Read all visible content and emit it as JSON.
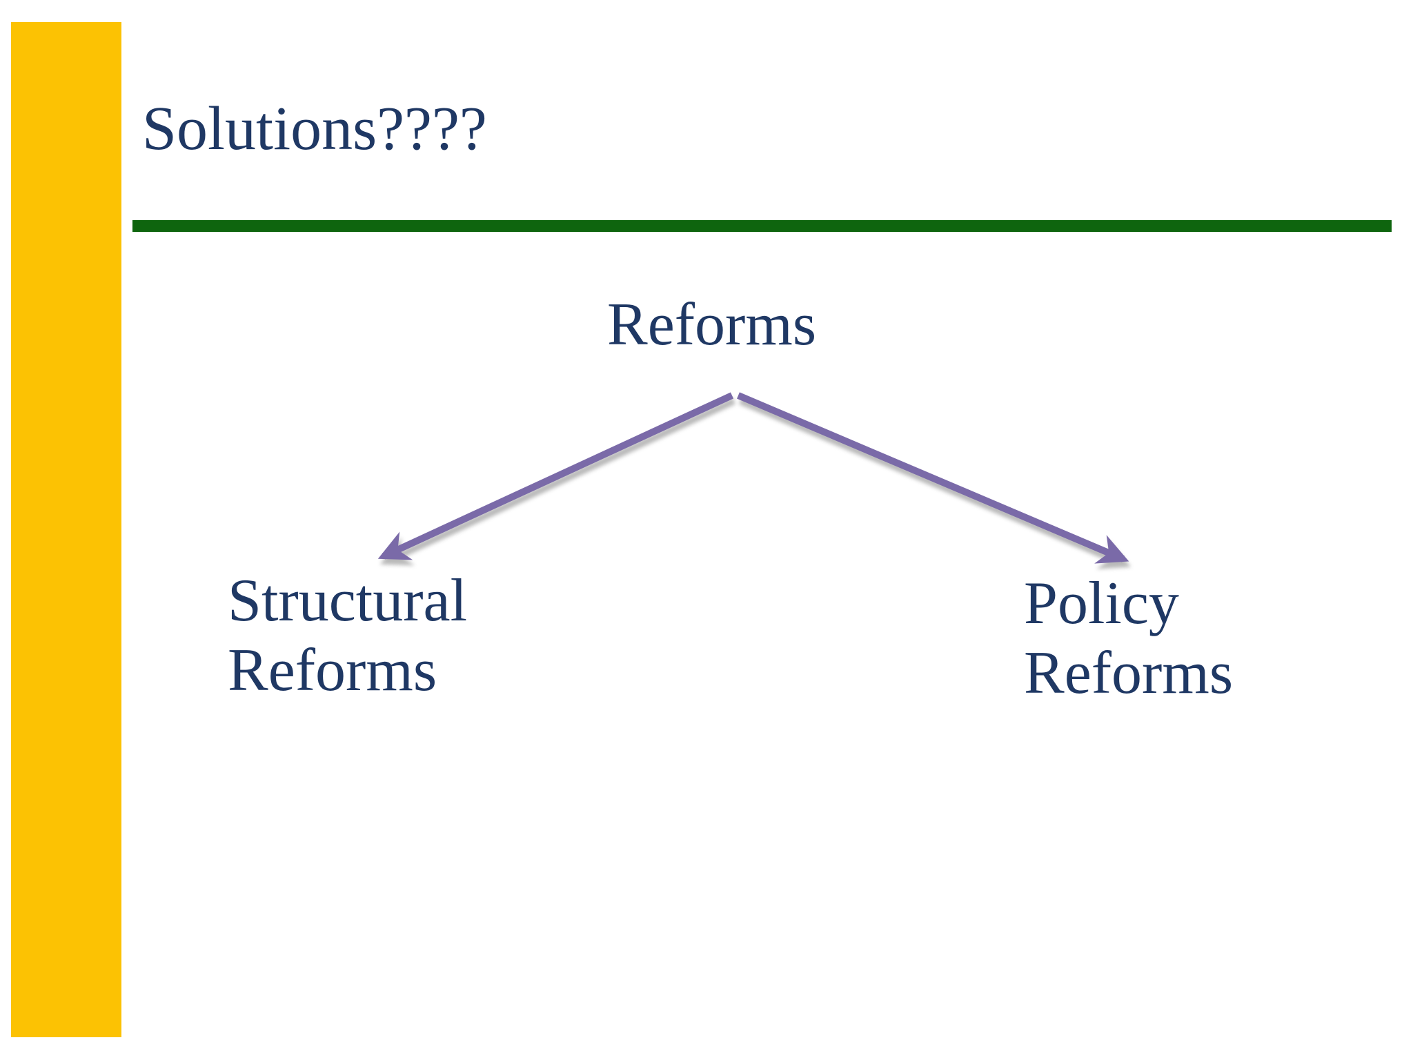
{
  "slide": {
    "title": "Solutions????",
    "colors": {
      "background": "#FFFFFF",
      "accent_bar": "#FCC203",
      "divider": "#0E650E",
      "text": "#1F3864",
      "arrow": "#7A6AA8"
    }
  },
  "diagram": {
    "root_label": "Reforms",
    "branches": [
      {
        "label": "Structural\nReforms"
      },
      {
        "label": "Policy\nReforms"
      }
    ]
  }
}
